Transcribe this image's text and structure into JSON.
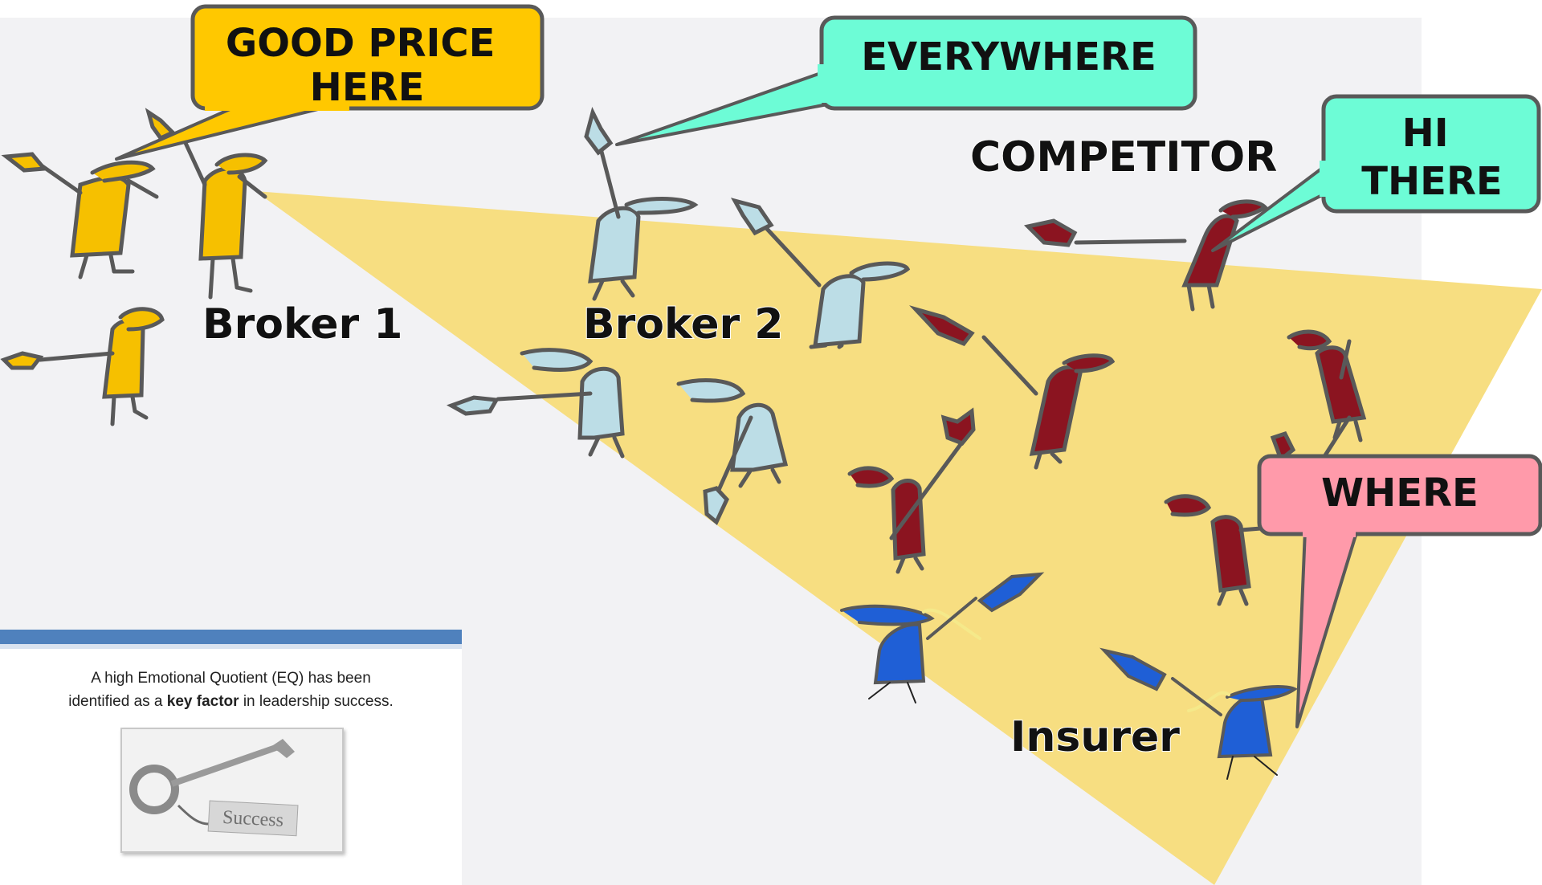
{
  "callouts": {
    "good_price": "GOOD PRICE\nHERE",
    "everywhere": "EVERYWHERE",
    "hi_there": "HI\nTHERE",
    "where": "WHERE"
  },
  "labels": {
    "broker1": "Broker 1",
    "broker2": "Broker 2",
    "competitor": "COMPETITOR",
    "insurer": "Insurer"
  },
  "inset": {
    "line1": "A high Emotional Quotient (EQ) has been",
    "line2_before": "identified as a ",
    "line2_bold": "key factor",
    "line2_after": " in leadership success.",
    "tag_text": "Success"
  },
  "colors": {
    "broker1": "#f6c000",
    "broker2": "#bcdde6",
    "competitor": "#8b1420",
    "insurer": "#1f5fd6",
    "spotlight": "#f7dc7a",
    "callout_yellow": "#ffc800",
    "callout_teal": "#6dfcd6",
    "callout_pink": "#ff9aaa",
    "background_panel": "#f2f2f4"
  }
}
